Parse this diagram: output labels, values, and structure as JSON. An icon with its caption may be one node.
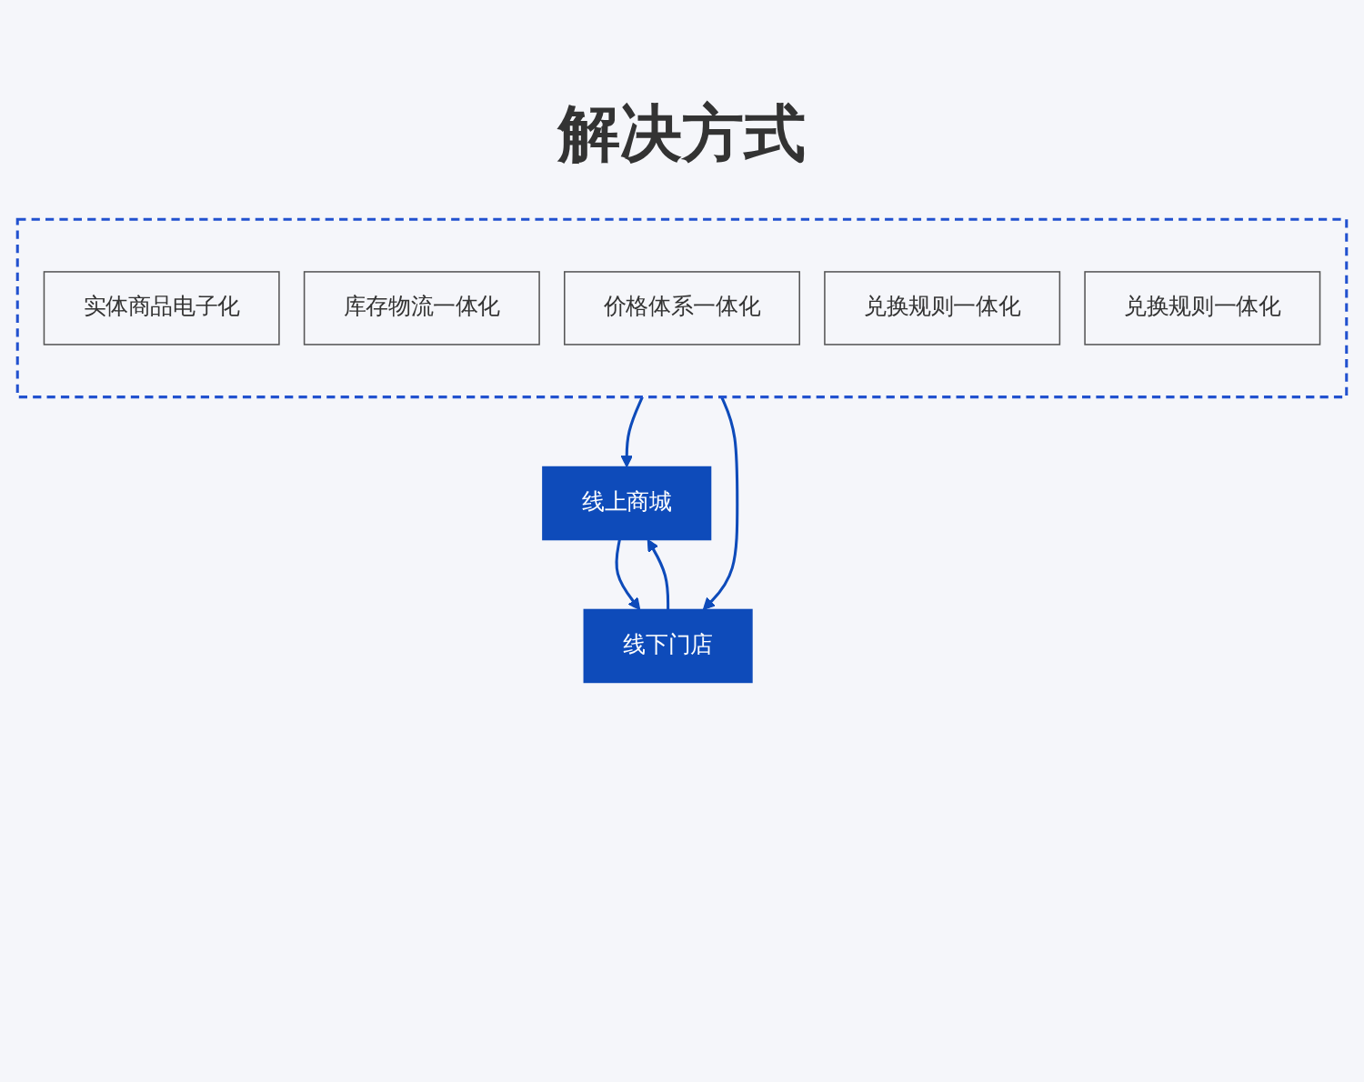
{
  "diagram": {
    "title": "解决方式",
    "nodes": [
      {
        "text": [],
        "shape": "box"
      },
      {
        "text": [
          "实体商品电子化"
        ],
        "in": 0
      },
      {
        "text": [
          "库存物流一体化"
        ],
        "in": 0
      },
      {
        "text": [
          "价格体系一体化"
        ],
        "in": 0
      },
      {
        "text": [
          "兑换规则一体化"
        ],
        "in": 0
      },
      {
        "text": [
          "兑换规则一体化"
        ],
        "in": 0
      },
      {
        "text": [
          "线上商城"
        ]
      },
      {
        "text": [
          "线下门店"
        ]
      }
    ],
    "edges": [
      {
        "from": 0,
        "to": 6,
        "arrow": "to"
      },
      {
        "from": 0,
        "to": 7,
        "arrow": "to"
      },
      {
        "from": 6,
        "to": 7,
        "arrow": "to"
      },
      {
        "from": 7,
        "to": 6,
        "arrow": "to"
      }
    ]
  }
}
